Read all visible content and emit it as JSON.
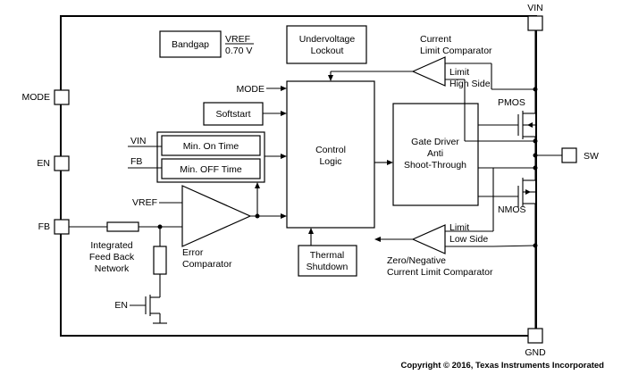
{
  "pins": {
    "vin": "VIN",
    "gnd": "GND",
    "sw": "SW",
    "mode": "MODE",
    "en": "EN",
    "fb": "FB"
  },
  "blocks": {
    "bandgap": "Bandgap",
    "vref_label": "VREF",
    "vref_value": "0.70 V",
    "uvlo_line1": "Undervoltage",
    "uvlo_line2": "Lockout",
    "softstart": "Softstart",
    "control_line1": "Control",
    "control_line2": "Logic",
    "min_on": "Min. On Time",
    "min_off": "Min. OFF Time",
    "gate_line1": "Gate Driver",
    "gate_line2": "Anti",
    "gate_line3": "Shoot-Through",
    "thermal_line1": "Thermal",
    "thermal_line2": "Shutdown"
  },
  "signals": {
    "mode_in": "MODE",
    "vin_in": "VIN",
    "fb_in": "FB",
    "vref_in": "VREF",
    "en_in": "EN"
  },
  "annotations": {
    "current_limit_1": "Current",
    "current_limit_2": "Limit Comparator",
    "limit_high_1": "Limit",
    "limit_high_2": "High Side",
    "pmos": "PMOS",
    "nmos": "NMOS",
    "limit_low_1": "Limit",
    "limit_low_2": "Low Side",
    "zero_neg_1": "Zero/Negative",
    "zero_neg_2": "Current Limit Comparator",
    "error_1": "Error",
    "error_2": "Comparator",
    "feedback_1": "Integrated",
    "feedback_2": "Feed Back",
    "feedback_3": "Network"
  },
  "copyright": "Copyright © 2016, Texas Instruments Incorporated"
}
